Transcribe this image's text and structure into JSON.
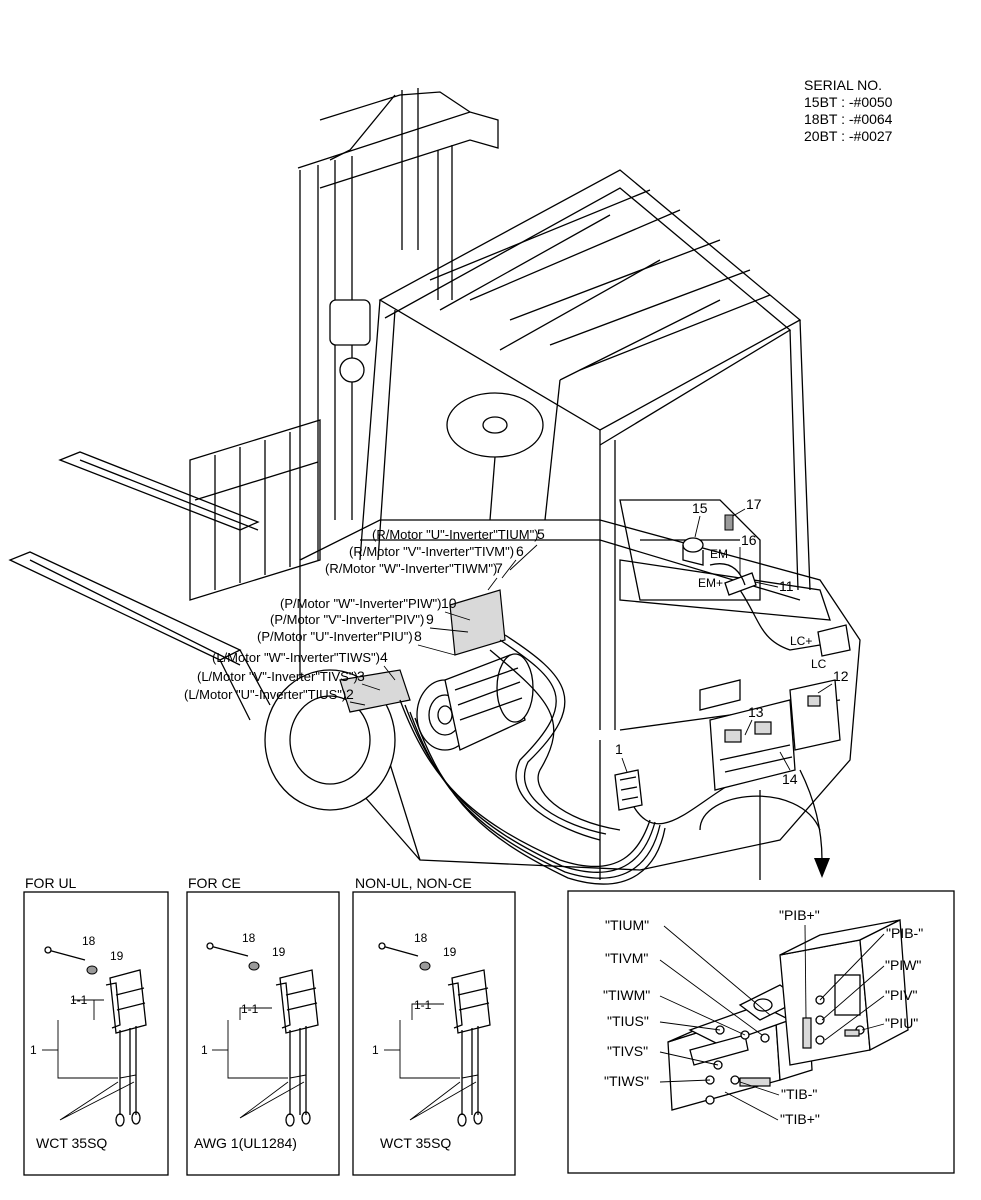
{
  "serial": {
    "heading": "SERIAL NO.",
    "lines": [
      "15BT : -#0050",
      "18BT : -#0064",
      "20BT : -#0027"
    ]
  },
  "callouts": [
    {
      "text": "(R/Motor \"U\"-Inverter\"TIUM\")",
      "num": "5"
    },
    {
      "text": "(R/Motor \"V\"-Inverter\"TIVM\")",
      "num": "6"
    },
    {
      "text": "(R/Motor \"W\"-Inverter\"TIWM\")",
      "num": "7"
    },
    {
      "text": "(P/Motor \"W\"-Inverter\"PIW\")",
      "num": "10"
    },
    {
      "text": "(P/Motor \"V\"-Inverter\"PIV\")",
      "num": "9"
    },
    {
      "text": "(P/Motor \"U\"-Inverter\"PIU\")",
      "num": "8"
    },
    {
      "text": "(L/Motor \"W\"-Inverter\"TIWS\")",
      "num": "4"
    },
    {
      "text": "(L/Motor \"V\"-Inverter\"TIVS\")",
      "num": "3"
    },
    {
      "text": "(L/Motor \"U\"-Inverter\"TIUS\")",
      "num": "2"
    }
  ],
  "part_numbers": {
    "n1": "1",
    "n11": "11",
    "n12": "12",
    "n13": "13",
    "n14": "14",
    "n15": "15",
    "n16": "16",
    "n17": "17"
  },
  "wire_labels": {
    "em": "EM",
    "em_plus": "EM+",
    "lc_plus": "LC+",
    "lc": "LC"
  },
  "variants": [
    {
      "title": "FOR UL",
      "cable": "WCT 35SQ",
      "n18": "18",
      "n19": "19",
      "n1_1": "1-1",
      "n1": "1"
    },
    {
      "title": "FOR CE",
      "cable": "AWG 1(UL1284)",
      "n18": "18",
      "n19": "19",
      "n1_1": "1-1",
      "n1": "1"
    },
    {
      "title": "NON-UL, NON-CE",
      "cable": "WCT 35SQ",
      "n18": "18",
      "n19": "19",
      "n1_1": "1-1",
      "n1": "1"
    }
  ],
  "terminals": {
    "left": [
      "\"TIUM\"",
      "\"TIVM\"",
      "\"TIWM\"",
      "\"TIUS\"",
      "\"TIVS\"",
      "\"TIWS\""
    ],
    "top": "\"PIB+\"",
    "right": [
      "\"PIB-\"",
      "\"PIW\"",
      "\"PIV\"",
      "\"PIU\""
    ],
    "bottom": [
      "\"TIB-\"",
      "\"TIB+\""
    ]
  }
}
